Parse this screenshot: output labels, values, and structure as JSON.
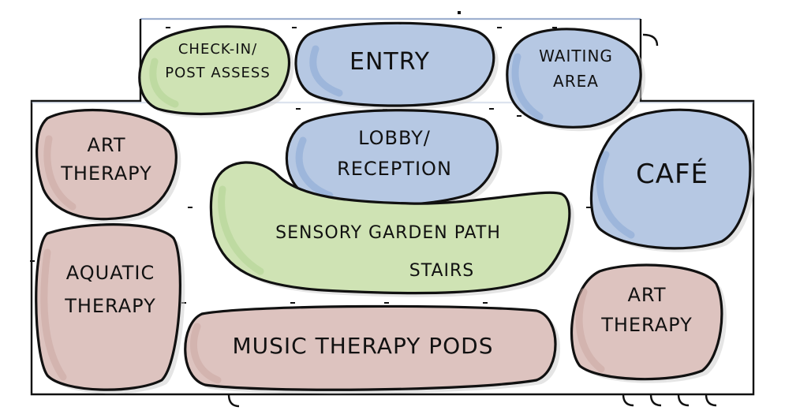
{
  "colors": {
    "green": "#cfe3b4",
    "green_shade": "#a9cf8a",
    "blue": "#b6c8e3",
    "blue_shade": "#7f9fd0",
    "pink": "#ddc3bf",
    "pink_shade": "#c7a29c",
    "outline": "#111111",
    "wall_accent": "#9fb0cf"
  },
  "zones": [
    {
      "id": "checkin",
      "lines": [
        "CHECK-IN/",
        "POST ASSESS"
      ],
      "color": "green"
    },
    {
      "id": "entry",
      "lines": [
        "ENTRY"
      ],
      "color": "blue"
    },
    {
      "id": "waiting",
      "lines": [
        "WAITING",
        "AREA"
      ],
      "color": "blue"
    },
    {
      "id": "art-therapy-left",
      "lines": [
        "ART",
        "THERAPY"
      ],
      "color": "pink"
    },
    {
      "id": "lobby",
      "lines": [
        "LOBBY/",
        "RECEPTION"
      ],
      "color": "blue"
    },
    {
      "id": "cafe",
      "lines": [
        "CAFÉ"
      ],
      "color": "blue"
    },
    {
      "id": "sensory-garden",
      "lines": [
        "SENSORY GARDEN PATH",
        "STAIRS"
      ],
      "color": "green"
    },
    {
      "id": "aquatic",
      "lines": [
        "AQUATIC",
        "THERAPY"
      ],
      "color": "pink"
    },
    {
      "id": "music-pods",
      "lines": [
        "MUSIC THERAPY PODS"
      ],
      "color": "pink"
    },
    {
      "id": "art-therapy-right",
      "lines": [
        "ART",
        "THERAPY"
      ],
      "color": "pink"
    }
  ]
}
